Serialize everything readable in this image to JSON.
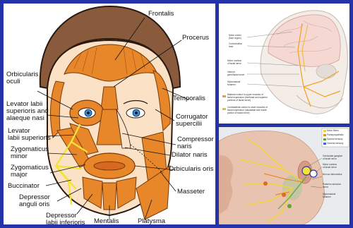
{
  "left_panel": {
    "labels": {
      "frontalis": "Frontalis",
      "procerus": "Procerus",
      "orbicularis_oculi": "Orbicularis\noculi",
      "temporalis": "Temporalis",
      "levator_labii_alaeque": "Levator labii\nsuperioris and\nalaeque nasi",
      "corrugator": "Corrugator\nsupercilii",
      "levator_labii_sup": "Levator\nlabii superioris",
      "compressor": "Compressor\nnaris",
      "zygomaticus_minor": "Zygomaticus\nminor",
      "dilator": "Dilator naris",
      "zygomaticus_major": "Zygomaticus\nmajor",
      "orbicularis_oris": "Orbicularis oris",
      "buccinator": "Buccinator",
      "masseter": "Masseter",
      "depressor_anguli": "Depressor\nanguli oris",
      "depressor_labii": "Depressor\nlabii inferioris",
      "mentalis": "Mentalis",
      "platysma": "Platysma"
    }
  },
  "top_right_panel": {
    "labels": [
      "Motor cortex\n(face region)",
      "Corticobulbar\ntract",
      "Motor nucleus\nof facial nerve",
      "Internal\ngenu/facial nerve",
      "Stylomastoid\nforamen",
      "Bilateral control to upper muscles of\nfacial expression (forehead and superior\nportions of facial nerve)",
      "Contralateral control to lower muscles of\nfacial expression (nasolabial and mouth\nportion of facial nerve)"
    ]
  },
  "bottom_right_panel": {
    "legend": [
      "Motor fibers",
      "Parasympathetic",
      "Special sensory",
      "General sensory"
    ],
    "labels": [
      "Geniculate ganglion\nof facial nerve",
      "Motor nucleus\nof facial nerve",
      "Nervus intermedius",
      "Posterior auricular\nnerve",
      "Stylomastoid\nforamen"
    ]
  },
  "colors": {
    "background": "#2434a8",
    "hair": "#8a5a3c",
    "muscle": "#e8872a",
    "muscle_line": "#7a3a08",
    "nerve": "#f2e23a"
  }
}
